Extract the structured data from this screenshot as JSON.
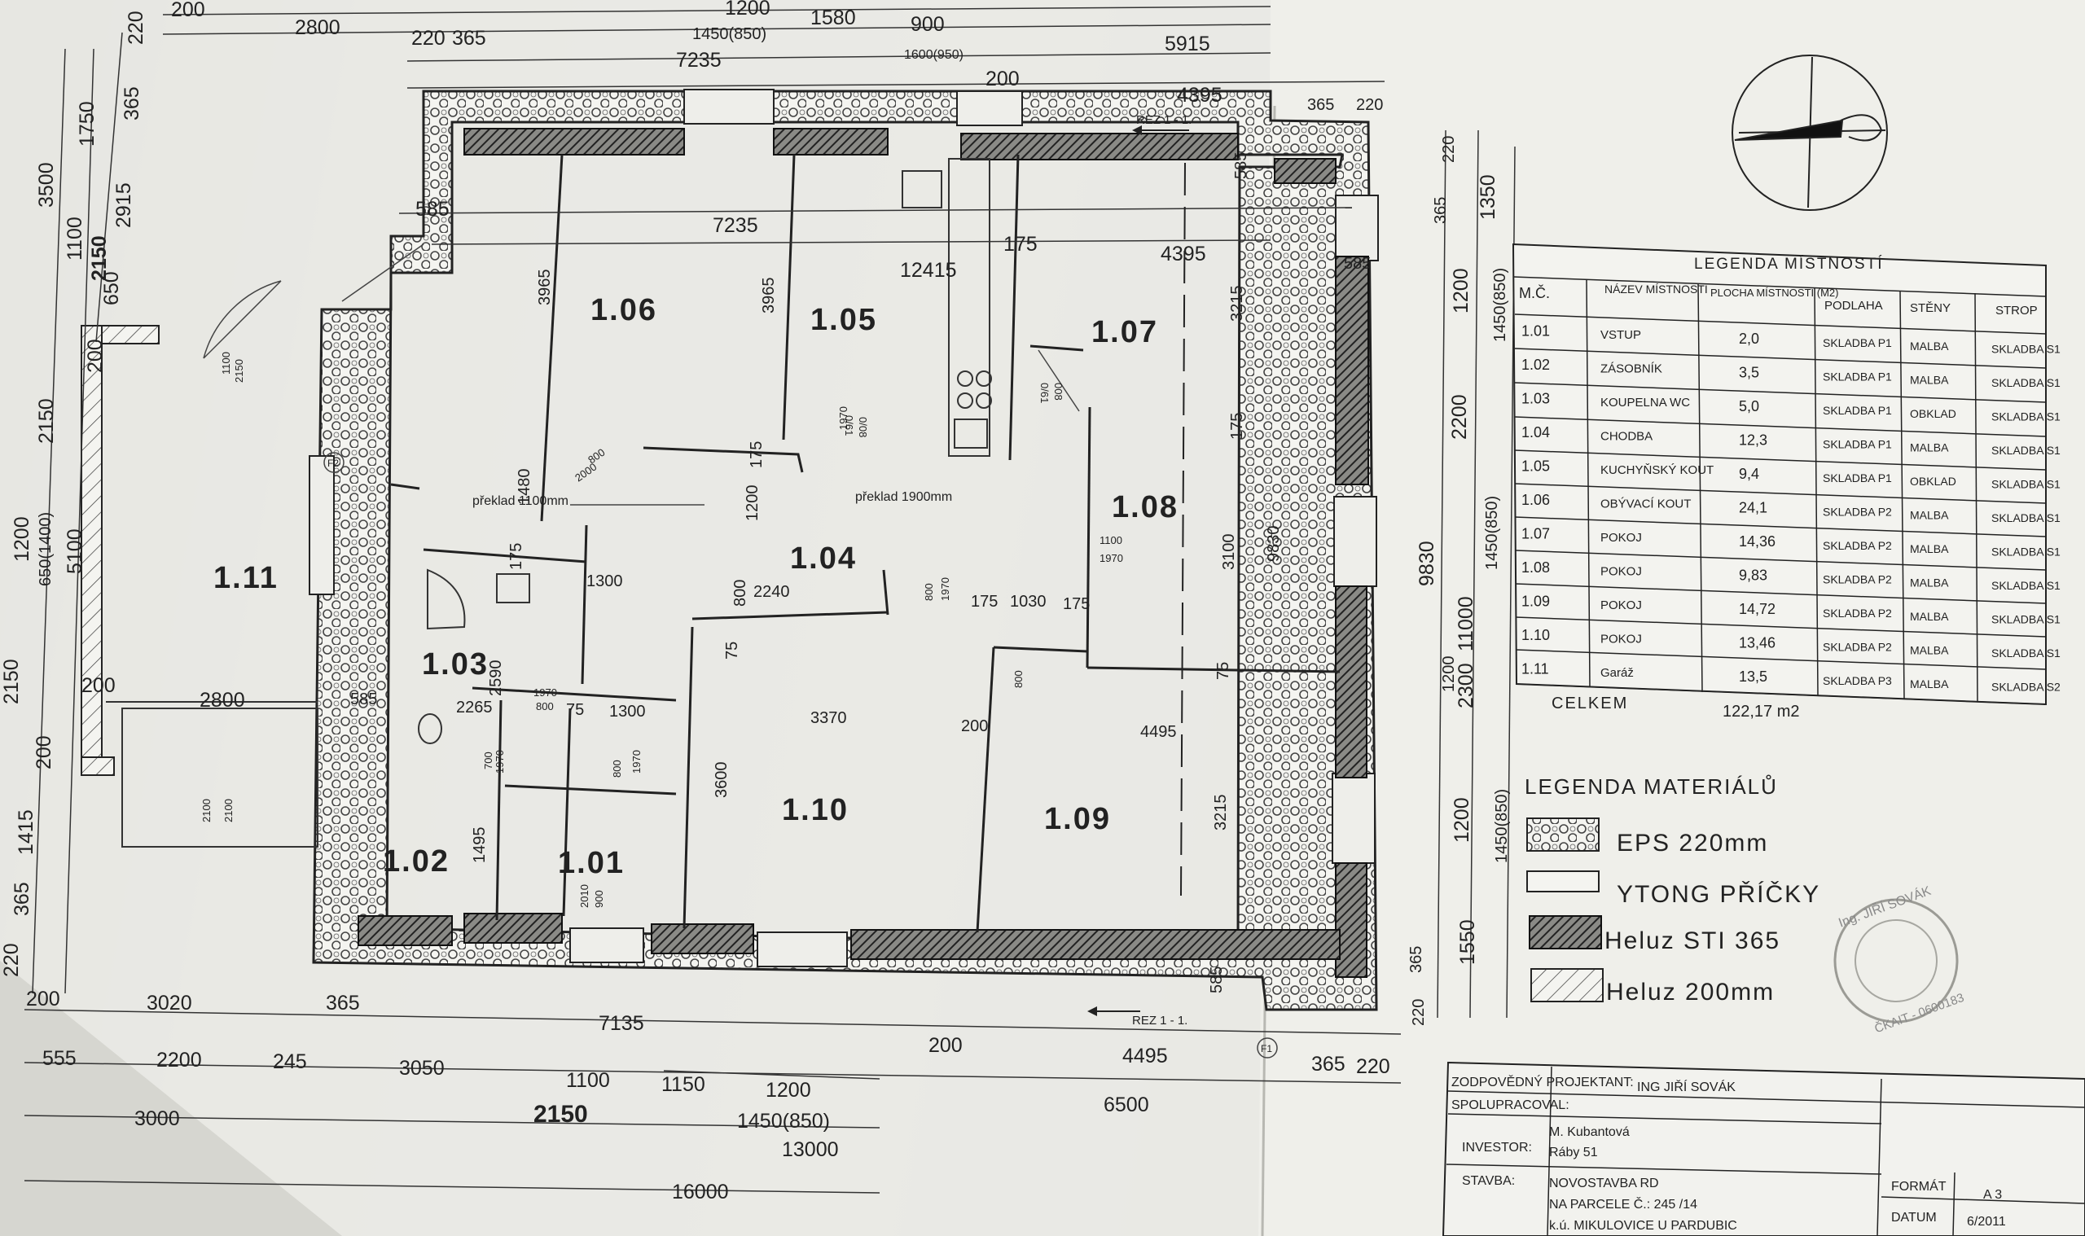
{
  "top_dimensions": {
    "row1": [
      "200",
      "2800",
      "220",
      "365",
      "1200",
      "1450(850)",
      "1580",
      "900",
      "1600(950)",
      "5915"
    ],
    "row2": [
      "7235",
      "200",
      "4395",
      "365",
      "220"
    ],
    "row3": [
      "585",
      "7235",
      "585"
    ],
    "row4": [
      "175",
      "4395",
      "585"
    ],
    "row5": [
      "12415"
    ]
  },
  "left_dimensions": [
    "220",
    "365",
    "1750",
    "3500",
    "2915",
    "1100",
    "2150",
    "650",
    "200",
    "2150",
    "1200",
    "650(1400)",
    "5100",
    "2150",
    "200",
    "1415",
    "365",
    "220"
  ],
  "right_dimensions": [
    "220",
    "365",
    "1350",
    "1200",
    "1450(850)",
    "2200",
    "9830",
    "1450(850)",
    "11000",
    "1200",
    "2300",
    "1200",
    "1450(850)",
    "1550",
    "365",
    "220"
  ],
  "bottom_dimensions": {
    "row1": [
      "200",
      "3020",
      "365",
      "7135",
      "200",
      "4495",
      "365",
      "220"
    ],
    "row2": [
      "555",
      "2200",
      "245",
      "3050",
      "1100",
      "1150",
      "1200",
      "6500"
    ],
    "row3": [
      "3000",
      "2150",
      "1450(850)",
      "13000"
    ],
    "row4": [
      "16000"
    ]
  },
  "interior_dimensions": [
    "3965",
    "3965",
    "3215",
    "1480",
    "1200",
    "175",
    "175",
    "175",
    "1300",
    "2240",
    "800",
    "75",
    "175",
    "1030",
    "175",
    "3100",
    "9830",
    "2590",
    "2265",
    "585",
    "1300",
    "75",
    "3370",
    "200",
    "4495",
    "3600",
    "3215",
    "1495",
    "585",
    "585",
    "75",
    "2800",
    "200"
  ],
  "opening_labels": [
    "1100",
    "2150",
    "800",
    "2000",
    "1970",
    "1100",
    "1970",
    "800",
    "1970",
    "800",
    "1970",
    "700",
    "1970",
    "800",
    "2010",
    "900",
    "800",
    "1970",
    "2100",
    "2100",
    "0/61",
    "0/08",
    "0/61",
    "008"
  ],
  "lintels": [
    "překlad 1100mm",
    "překlad 1900mm"
  ],
  "rooms": [
    "1.06",
    "1.05",
    "1.07",
    "1.08",
    "1.04",
    "1.11",
    "1.03",
    "1.10",
    "1.09",
    "1.02",
    "1.01"
  ],
  "section_marks": [
    "REZ 1 - 1.",
    "REZ 1 - 1."
  ],
  "markers": [
    "F2",
    "F1"
  ],
  "legend_rooms": {
    "title": "LEGENDA MÍSTNOSTÍ",
    "headers": [
      "M.Č.",
      "NÁZEV MÍSTNOSTI",
      "PLOCHA MÍSTNOSTI (M2)",
      "PODLAHA",
      "STĚNY",
      "STROP"
    ],
    "rows": [
      [
        "1.01",
        "VSTUP",
        "2,0",
        "SKLADBA P1",
        "MALBA",
        "SKLADBA S1"
      ],
      [
        "1.02",
        "ZÁSOBNÍK",
        "3,5",
        "SKLADBA P1",
        "MALBA",
        "SKLADBA S1"
      ],
      [
        "1.03",
        "KOUPELNA WC",
        "5,0",
        "SKLADBA P1",
        "OBKLAD",
        "SKLADBA S1"
      ],
      [
        "1.04",
        "CHODBA",
        "12,3",
        "SKLADBA P1",
        "MALBA",
        "SKLADBA S1"
      ],
      [
        "1.05",
        "KUCHYŇSKÝ KOUT",
        "9,4",
        "SKLADBA P1",
        "OBKLAD",
        "SKLADBA S1"
      ],
      [
        "1.06",
        "OBÝVACÍ KOUT",
        "24,1",
        "SKLADBA P2",
        "MALBA",
        "SKLADBA S1"
      ],
      [
        "1.07",
        "POKOJ",
        "14,36",
        "SKLADBA P2",
        "MALBA",
        "SKLADBA S1"
      ],
      [
        "1.08",
        "POKOJ",
        "9,83",
        "SKLADBA P2",
        "MALBA",
        "SKLADBA S1"
      ],
      [
        "1.09",
        "POKOJ",
        "14,72",
        "SKLADBA P2",
        "MALBA",
        "SKLADBA S1"
      ],
      [
        "1.10",
        "POKOJ",
        "13,46",
        "SKLADBA P2",
        "MALBA",
        "SKLADBA S1"
      ],
      [
        "1.11",
        "Garáž",
        "13,5",
        "SKLADBA P3",
        "MALBA",
        "SKLADBA S2"
      ]
    ],
    "total_label": "CELKEM",
    "total_value": "122,17 m2"
  },
  "legend_materials": {
    "title": "LEGENDA MATERIÁLŮ",
    "items": [
      "EPS 220mm",
      "YTONG PŘÍČKY",
      "Heluz STI 365",
      "Heluz 200mm"
    ]
  },
  "stamp": {
    "line1": "Ing. JIŘÍ SOVÁK",
    "line2": "ČKAIT - 0600183"
  },
  "title_block": {
    "designer_label": "ZODPOVĚDNÝ PROJEKTANT:",
    "designer_value": "ING JIŘÍ SOVÁK",
    "collab_label": "SPOLUPRACOVAL:",
    "investor_label": "INVESTOR:",
    "investor_name": "M. Kubantová",
    "investor_addr": "Ráby 51",
    "build_label": "STAVBA:",
    "build_l1": "NOVOSTAVBA RD",
    "build_l2": "NA PARCELE Č.: 245 /14",
    "build_l3": "k.ú. MIKULOVICE U PARDUBIC",
    "format_label": "FORMÁT",
    "format_value": "A 3",
    "date_label": "DATUM",
    "date_value": "6/2011"
  }
}
